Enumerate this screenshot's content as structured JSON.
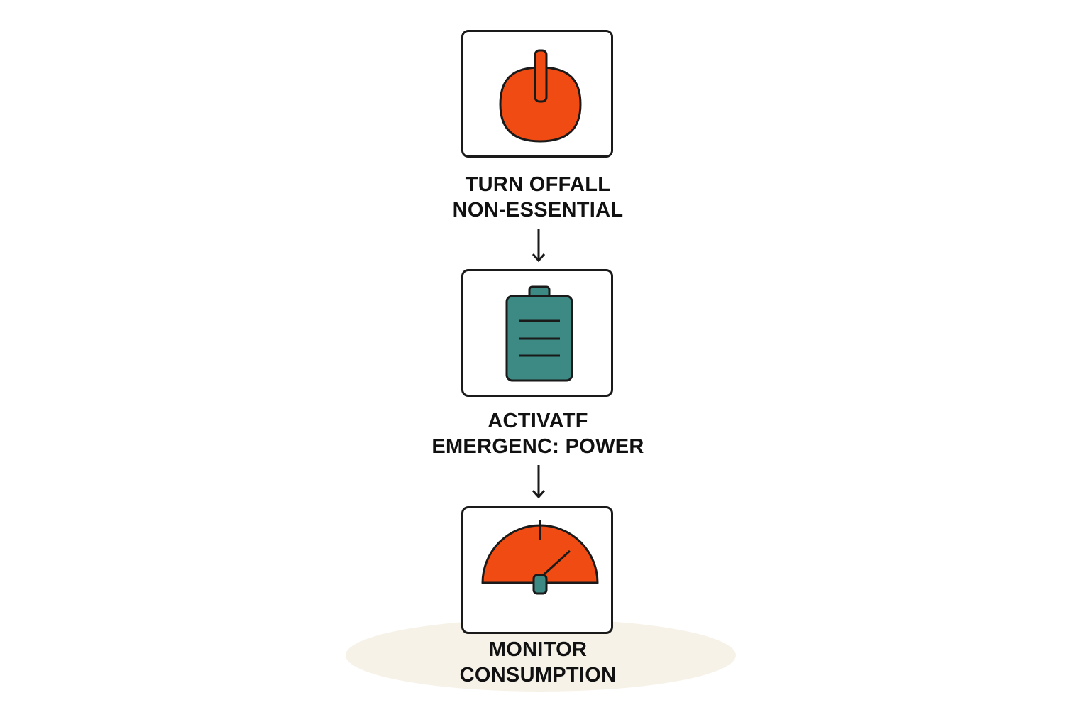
{
  "colors": {
    "orange": "#ef4b12",
    "teal": "#3d8a85",
    "outline": "#1a1a1a",
    "ellipse": "#f7f2e8"
  },
  "steps": [
    {
      "icon": "power-button-icon",
      "line1": "TURN OFFALL",
      "line2": "NON-ESSENTIAL"
    },
    {
      "icon": "battery-icon",
      "line1": "ACTIVATF",
      "line2": "EMERGENC: POWER"
    },
    {
      "icon": "gauge-icon",
      "line1": "MONITOR",
      "line2": "CONSUMPTION"
    }
  ]
}
